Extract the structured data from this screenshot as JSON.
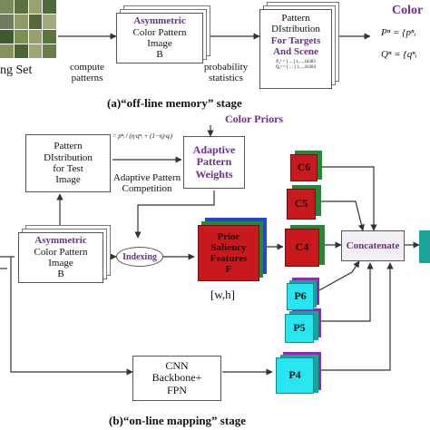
{
  "offline": {
    "training_set_label": "ng Set",
    "compute_label": "compute\npatterns",
    "asym_box": {
      "title": "Asymmetric",
      "line2": "Color Pattern",
      "line3": "Image",
      "line4": "B"
    },
    "prob_label": "probability\nstatistics",
    "pattern_box": {
      "line1": "Pattern",
      "line2": "DIstribution",
      "line3": "For Targets",
      "line4": "And Scene"
    },
    "pattern_box_rows": [
      "P₀ⁿ = [ ... ] 1,...,16383",
      "Q₀ⁿ = [ ... ] 1,...,16383"
    ],
    "color_title": "Color",
    "formula_p": "Pⁿ = {pⁿᵢ",
    "formula_q": "Qⁿ = {qⁿᵢ",
    "caption": "(a)“off-line memory” stage"
  },
  "online": {
    "color_priors": "Color Priors",
    "weight_formula": "wⁿᵢ = pⁿᵢ / (η·qⁿᵢ + (1−η)·qᵢ)",
    "test_dist_box": "Pattern\nDIstribution\nfor Test\nImage",
    "competition_label": "Adaptive Pattern\nCompetition",
    "adaptive_box": "Adaptive\nPattern\nWeights",
    "asym_box": {
      "title": "Asymmetric",
      "line2": "Color Pattern",
      "line3": "Image",
      "line4": "B"
    },
    "indexing": "Indexing",
    "prior_box": "Prior\nSaliency\nFeatures\nF",
    "wh_label": "[w,h]",
    "c6": "C6",
    "c5": "C5",
    "c4": "C4",
    "p6": "P6",
    "p5": "P5",
    "p4": "P4",
    "concatenate": "Concatenate",
    "cnn_box": "CNN\nBackbone+\nFPN",
    "caption": "(b)“on-line mapping” stage"
  },
  "colors": {
    "purple": "#6a2d91",
    "red": "#c8191e",
    "cyan": "#28e6f0",
    "green": "#1f8a3b",
    "blue": "#2546c8",
    "teal": "#1aa39a"
  }
}
